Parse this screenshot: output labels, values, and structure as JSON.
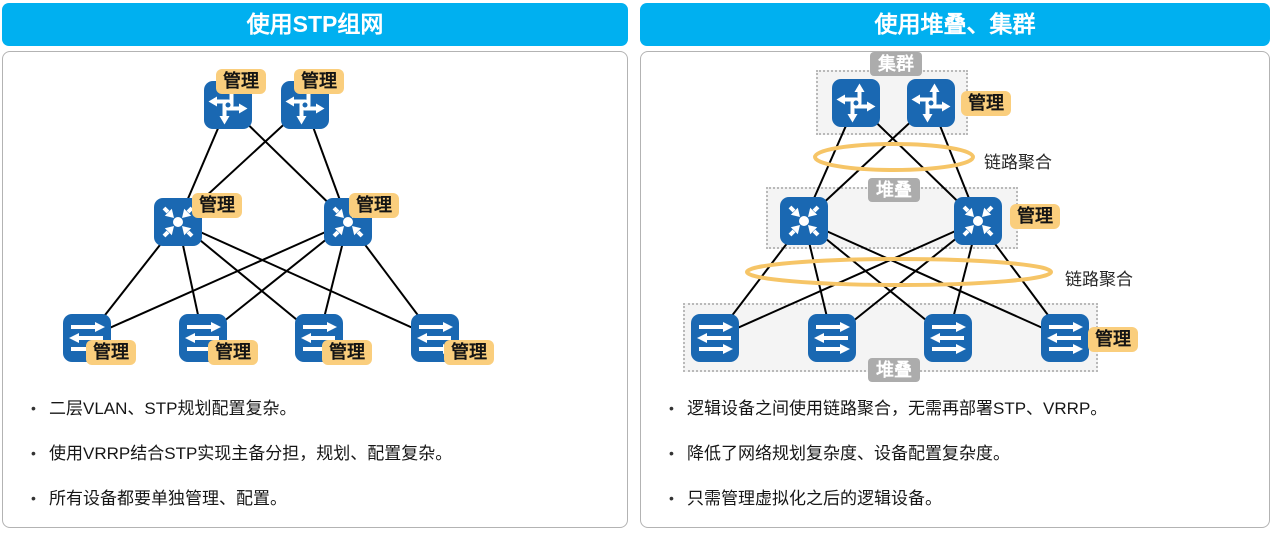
{
  "page": {
    "left": {
      "title": "使用STP组网",
      "bullets": [
        "二层VLAN、STP规划配置复杂。",
        "使用VRRP结合STP实现主备分担，规划、配置复杂。",
        "所有设备都要单独管理、配置。"
      ]
    },
    "right": {
      "title": "使用堆叠、集群",
      "cluster_label": "集群",
      "stack_label": "堆叠",
      "link_aggregation_label": "链路聚合",
      "bullets": [
        "逻辑设备之间使用链路聚合，无需再部署STP、VRRP。",
        "降低了网络规划复杂度、设备配置复杂度。",
        "只需管理虚拟化之后的逻辑设备。"
      ]
    },
    "manage_label": "管理",
    "icons": {
      "router": "router-icon",
      "l3_switch": "l3-switch-icon",
      "l2_switch": "l2-switch-icon"
    },
    "colors": {
      "header_bg": "#00B0F0",
      "device_blue": "#1A68B2",
      "manage_tag_bg": "#FACE7D",
      "group_tag_bg": "#ACACAC",
      "ellipse_stroke": "#F6C567",
      "line_color": "#000000"
    }
  }
}
